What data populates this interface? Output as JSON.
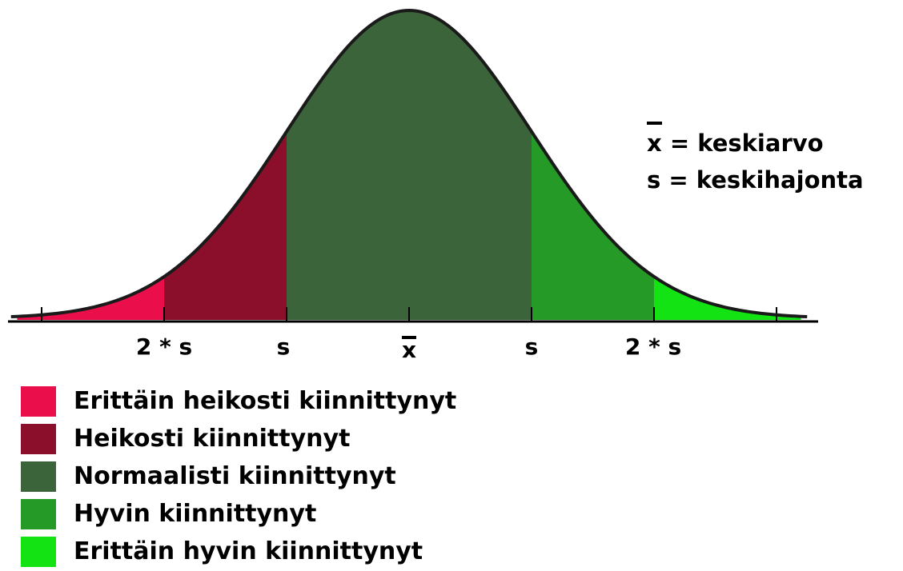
{
  "diagram": {
    "axis_labels": {
      "minus_2s": "2 * s",
      "minus_1s": "s",
      "mean": "x",
      "plus_1s": "s",
      "plus_2s": "2 * s"
    },
    "definitions": {
      "mean": "x = keskiarvo",
      "mean_symbol": "x",
      "mean_text": " = keskiarvo",
      "std": "s = keskihajonta"
    },
    "regions": [
      {
        "key": "very_weak",
        "from_sd": -3.2,
        "to_sd": -2,
        "color": "#ea0f4a"
      },
      {
        "key": "weak",
        "from_sd": -2,
        "to_sd": -1,
        "color": "#8b0f2a"
      },
      {
        "key": "normal",
        "from_sd": -1,
        "to_sd": 1,
        "color": "#3b643a"
      },
      {
        "key": "good",
        "from_sd": 1,
        "to_sd": 2,
        "color": "#269a26"
      },
      {
        "key": "very_good",
        "from_sd": 2,
        "to_sd": 3.2,
        "color": "#13e313"
      }
    ]
  },
  "legend": [
    {
      "label": "Erittäin heikosti kiinnittynyt",
      "color": "#ea0f4a"
    },
    {
      "label": "Heikosti kiinnittynyt",
      "color": "#8b0f2a"
    },
    {
      "label": "Normaalisti kiinnittynyt",
      "color": "#3b643a"
    },
    {
      "label": "Hyvin kiinnittynyt",
      "color": "#269a26"
    },
    {
      "label": "Erittäin hyvin kiinnittynyt",
      "color": "#13e313"
    }
  ]
}
